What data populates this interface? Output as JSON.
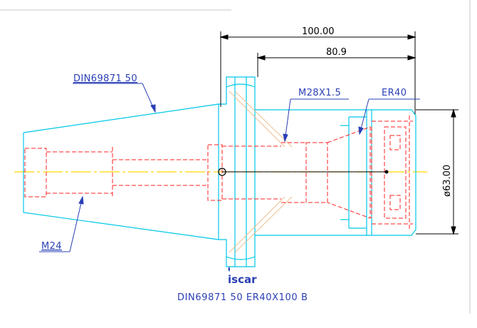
{
  "labels": {
    "din_top": "DIN69871 50",
    "thread_m28": "M28X1.5",
    "collet": "ER40",
    "thread_m24": "M24",
    "dim_overall": "100.00",
    "dim_gauge": "80.9",
    "dim_diameter": "ø63.00",
    "logo": "iscar",
    "part_code": "DIN69871 50 ER40X100 B"
  },
  "colors": {
    "outline": "#00c8e8",
    "hidden": "#ff2020",
    "centerline": "#ffd700",
    "leader": "#2a3fb5",
    "dimension": "#000000",
    "hatch": "#f0c090"
  }
}
